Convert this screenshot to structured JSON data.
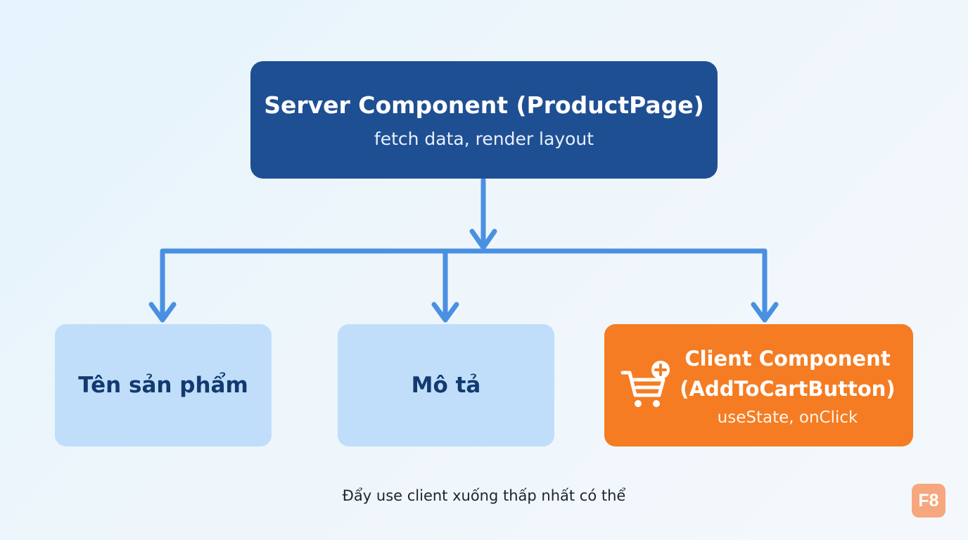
{
  "server": {
    "title": "Server Component (ProductPage)",
    "subtitle": "fetch data, render layout"
  },
  "children": {
    "ten_san_pham": "Tên sản phẩm",
    "mo_ta": "Mô tả",
    "client": {
      "title_line1": "Client Component",
      "title_line2": "(AddToCartButton)",
      "subtitle": "useState, onClick",
      "icon": "cart-plus-icon"
    }
  },
  "caption": "Đẩy use client xuống thấp nhất có thể",
  "logo": {
    "text": "F8"
  },
  "colors": {
    "server_box": "#1f4f93",
    "child_box": "#c0defa",
    "client_box": "#f57c22",
    "connector": "#4a90e2",
    "logo_bg": "#f7a77d"
  }
}
